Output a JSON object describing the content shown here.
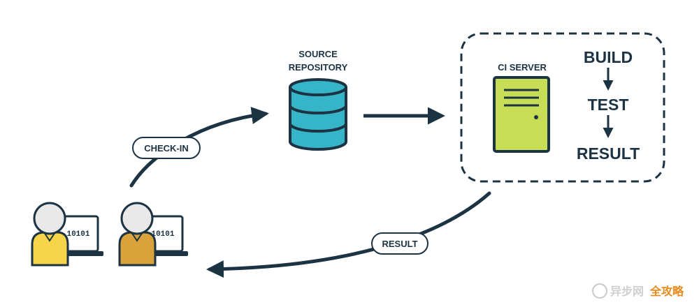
{
  "repository": {
    "line1": "SOURCE",
    "line2": "REPOSITORY"
  },
  "ci": {
    "server_label": "CI SERVER",
    "steps": [
      "BUILD",
      "TEST",
      "RESULT"
    ]
  },
  "arrows": {
    "checkin_label": "CHECK-IN",
    "result_label": "RESULT"
  },
  "developers": [
    {
      "screen_text": "10101",
      "shirt_color": "#f7d44a"
    },
    {
      "screen_text": "10101",
      "shirt_color": "#d9a23a"
    }
  ],
  "watermark": {
    "text1": "异步网",
    "text2": "全攻略"
  },
  "colors": {
    "stroke": "#1c3344",
    "database": "#36b5c8",
    "server": "#c6dd55",
    "face": "#e9e9e9",
    "watermark_accent": "#e88a1a"
  }
}
